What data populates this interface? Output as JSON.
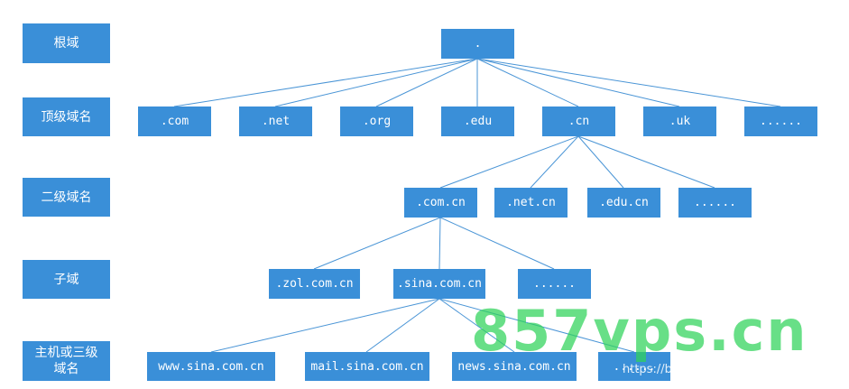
{
  "levels": [
    {
      "label": "根域"
    },
    {
      "label": "顶级域名"
    },
    {
      "label": "二级域名"
    },
    {
      "label": "子域"
    },
    {
      "label": "主机或三级\n域名"
    }
  ],
  "root": {
    "label": "."
  },
  "tld": [
    {
      "label": ".com"
    },
    {
      "label": ".net"
    },
    {
      "label": ".org"
    },
    {
      "label": ".edu"
    },
    {
      "label": ".cn"
    },
    {
      "label": ".uk"
    },
    {
      "label": "......"
    }
  ],
  "second_level": [
    {
      "label": ".com.cn"
    },
    {
      "label": ".net.cn"
    },
    {
      "label": ".edu.cn"
    },
    {
      "label": "......"
    }
  ],
  "subdomain": [
    {
      "label": ".zol.com.cn"
    },
    {
      "label": ".sina.com.cn"
    },
    {
      "label": "......"
    }
  ],
  "hosts": [
    {
      "label": "www.sina.com.cn"
    },
    {
      "label": "mail.sina.com.cn"
    },
    {
      "label": "news.sina.com.cn"
    },
    {
      "label": "......"
    }
  ],
  "watermark": {
    "brand": "857vps.cn",
    "url": "https://blog.csdn.net/Desire_cure_"
  },
  "colors": {
    "node_fill": "#3a8fd8",
    "line": "#3a8fd8",
    "watermark": "#2fd35a"
  }
}
